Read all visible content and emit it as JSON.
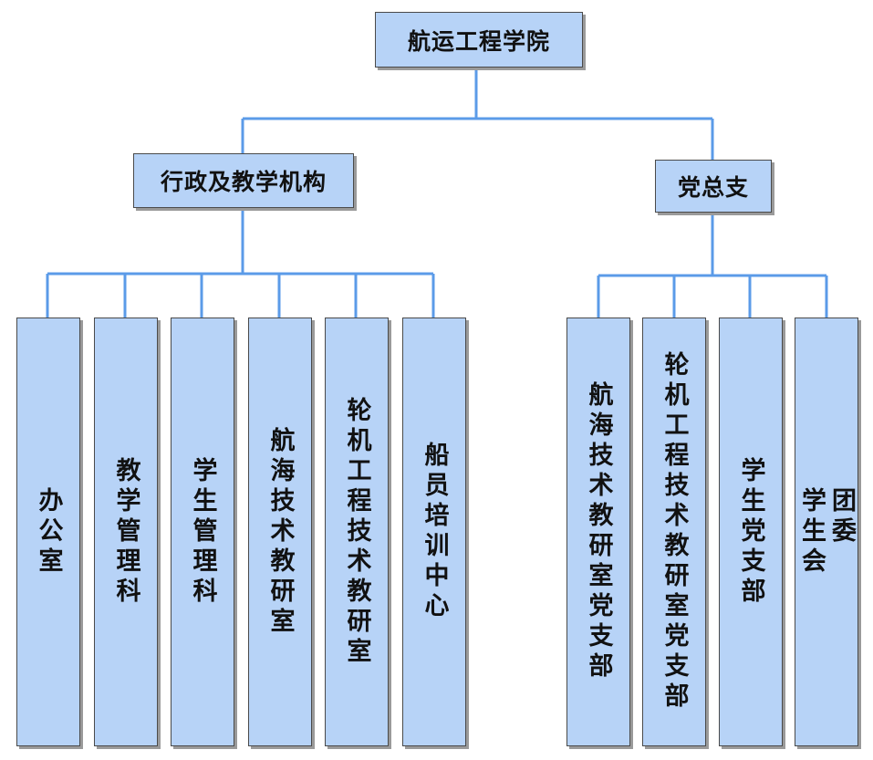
{
  "root": {
    "label": "航运工程学院"
  },
  "branch_admin": {
    "label": "行政及教学机构"
  },
  "branch_party": {
    "label": "党总支"
  },
  "admin_units": [
    {
      "label": "办公室"
    },
    {
      "label": "教学管理科"
    },
    {
      "label": "学生管理科"
    },
    {
      "label": "航海技术教研室"
    },
    {
      "label": "轮机工程技术教研室"
    },
    {
      "label": "船员培训中心"
    }
  ],
  "party_units": [
    {
      "label": "航海技术教研室党支部"
    },
    {
      "label": "轮机工程技术教研室党支部"
    },
    {
      "label": "学生党支部"
    },
    {
      "label_lines": [
        "团委",
        "学生会"
      ]
    }
  ],
  "colors": {
    "box_fill": "#b7d3f7",
    "connector": "#5b9be8",
    "border": "#4a4a4a"
  }
}
